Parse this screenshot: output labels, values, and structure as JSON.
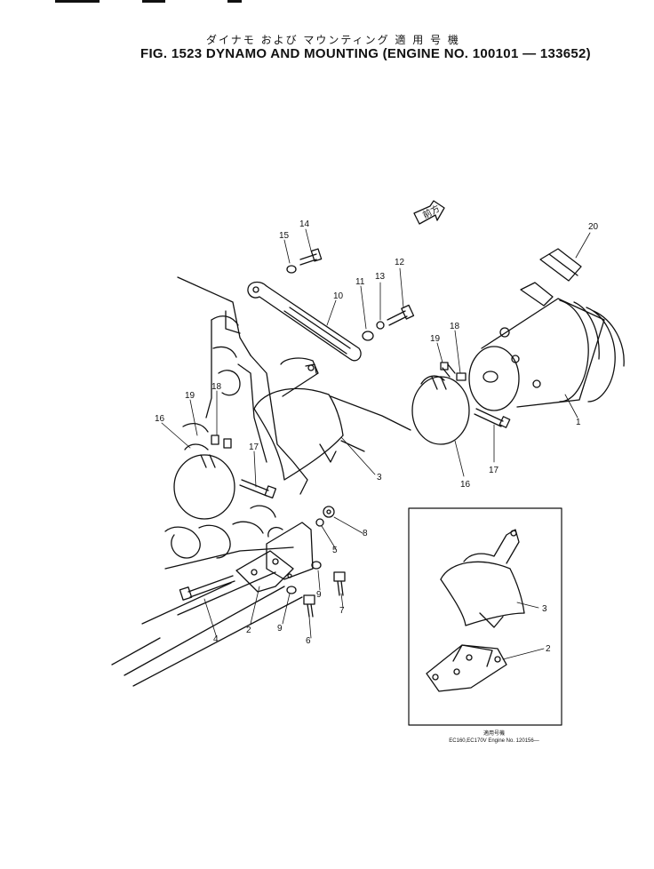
{
  "header": {
    "title_japanese": "ダイナモ および マウンティング 適 用 号 機",
    "title_english": "FIG. 1523  DYNAMO AND MOUNTING (ENGINE NO. 100101 — 133652)"
  },
  "direction_marker": "前方",
  "callouts": [
    "20",
    "14",
    "15",
    "12",
    "13",
    "11",
    "10",
    "19",
    "18",
    "1",
    "19",
    "18",
    "16",
    "17",
    "3",
    "16",
    "17",
    "8",
    "5",
    "9",
    "7",
    "9",
    "6",
    "4",
    "2",
    "3",
    "2"
  ],
  "inset": {
    "callouts": [
      "3",
      "2"
    ],
    "caption_line1": "適用号機",
    "caption_line2": "EC160,EC170V Engine No. 120156—"
  }
}
